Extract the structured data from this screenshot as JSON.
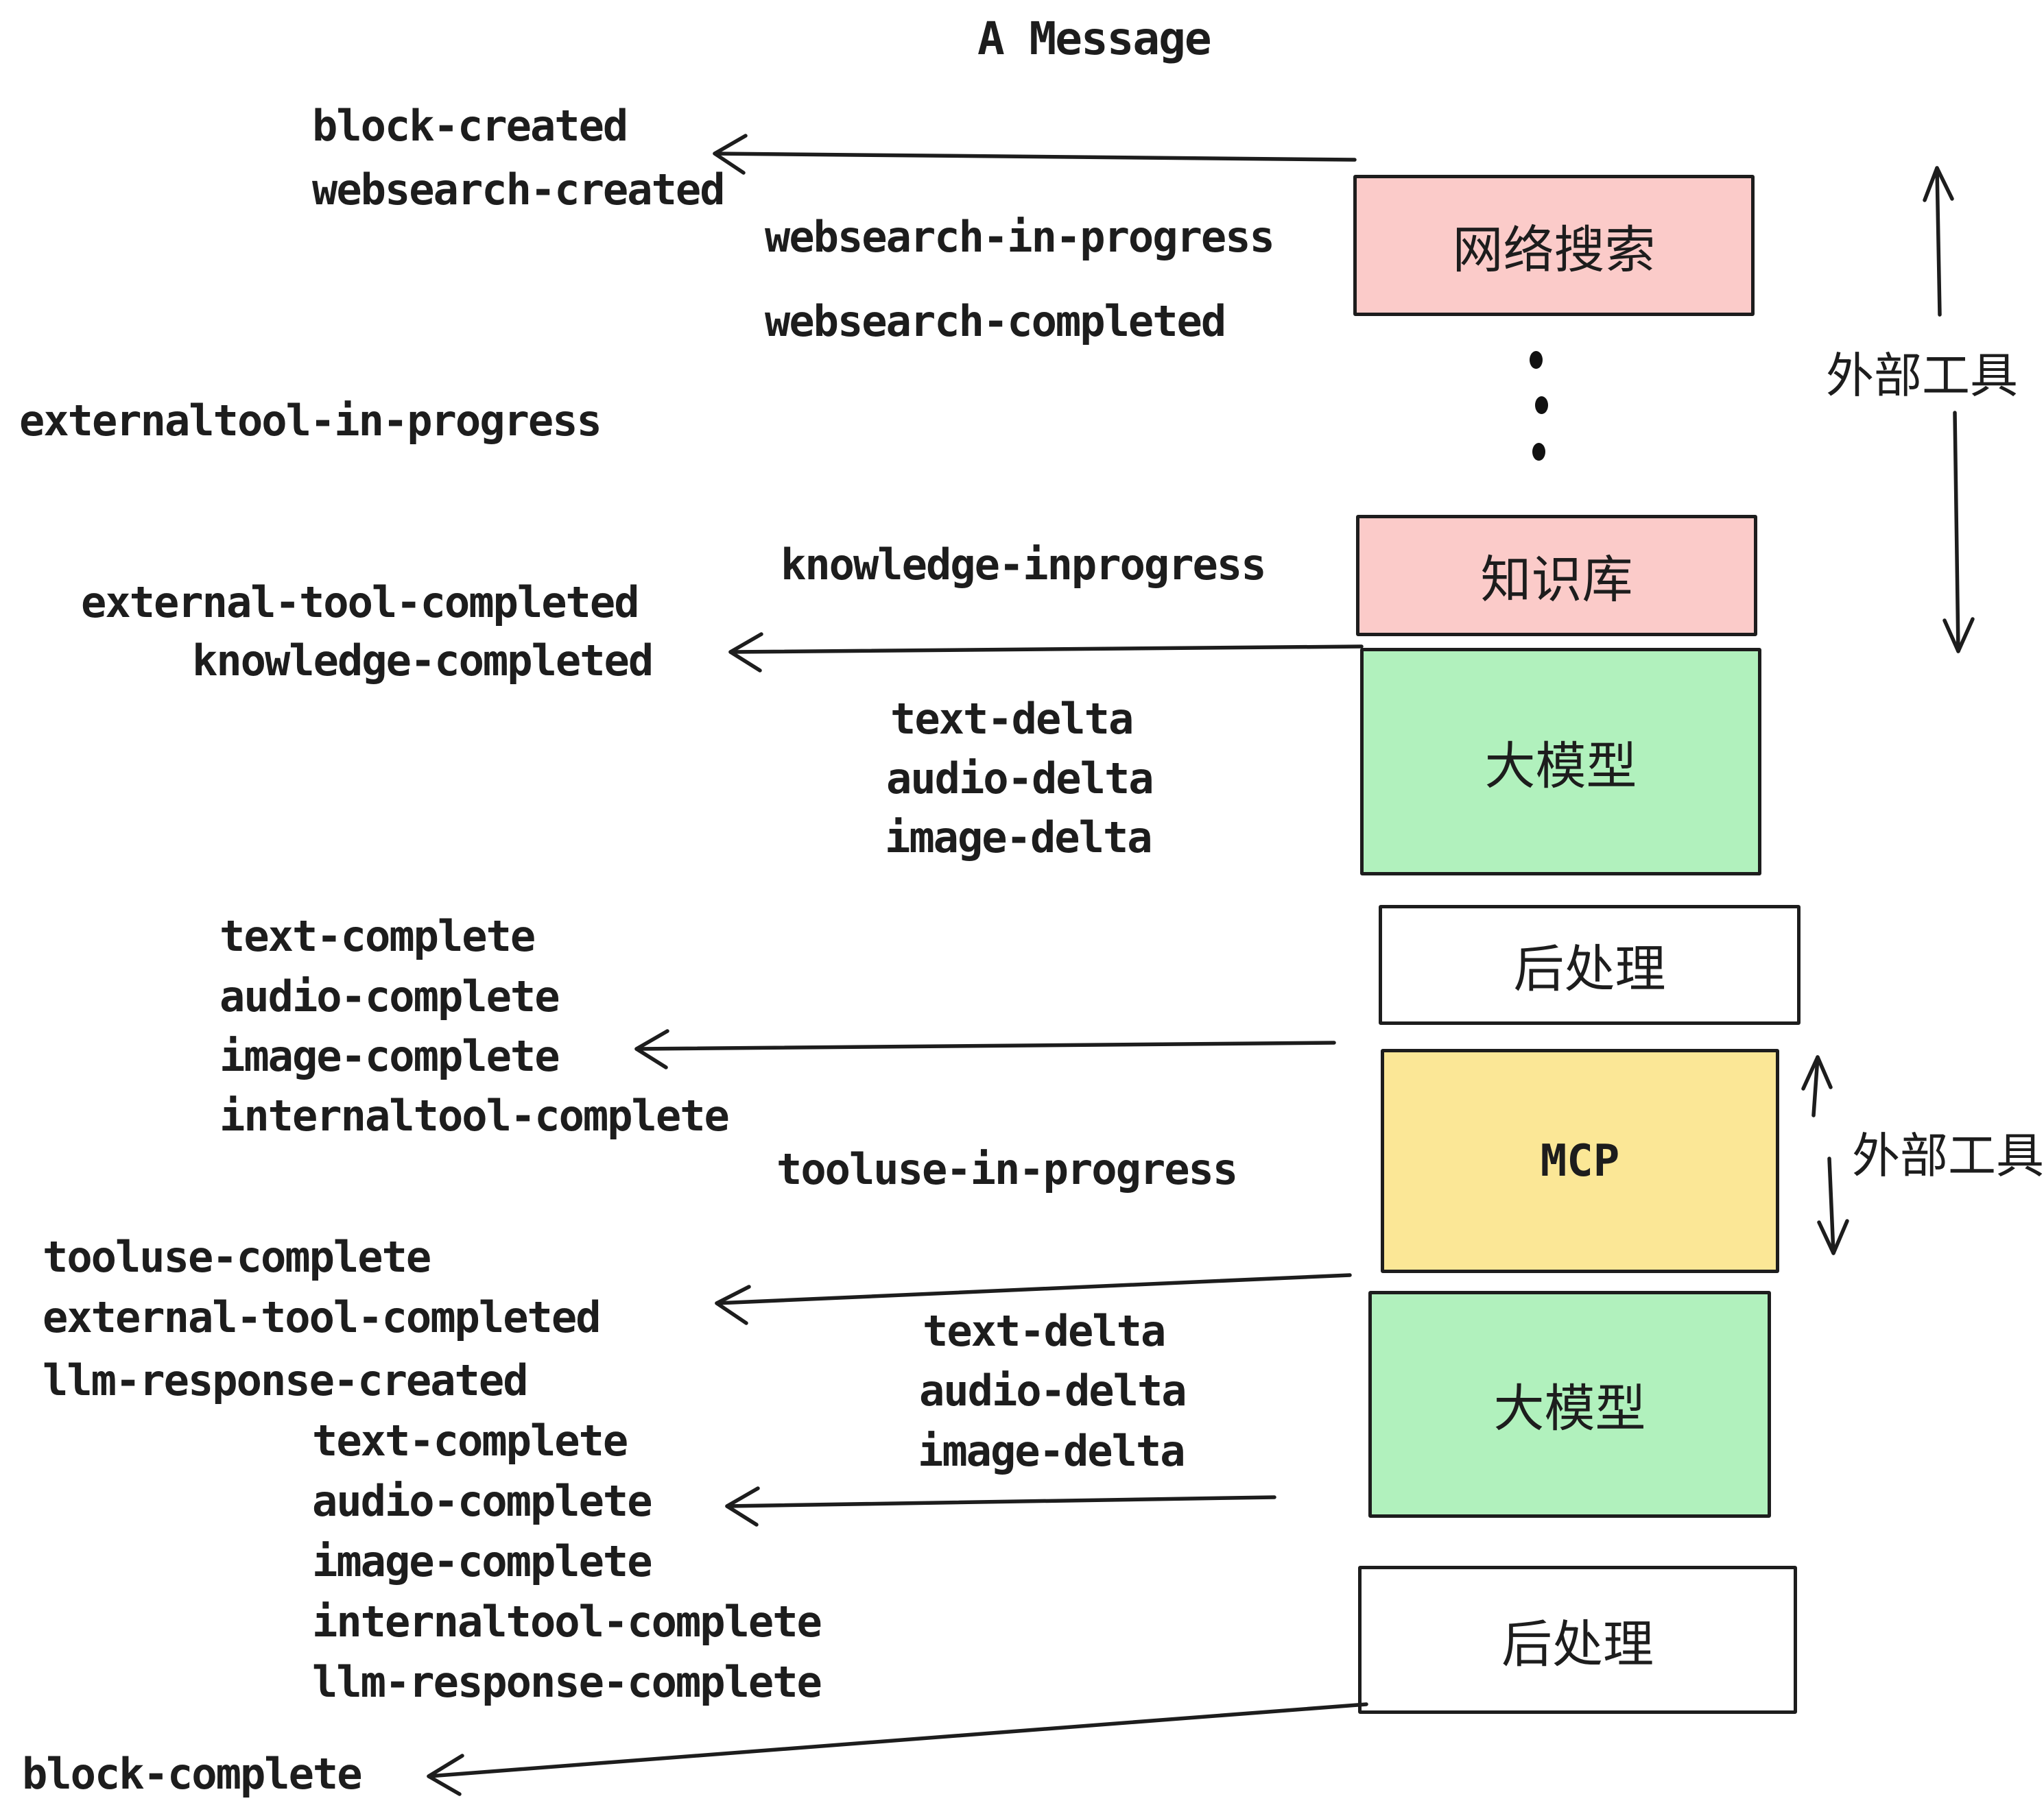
{
  "title": "A Message",
  "colors": {
    "pink": "#fbcbc9",
    "green": "#b1f1bd",
    "yellow": "#fbe796",
    "white": "#ffffff",
    "ink": "#1d1d1d"
  },
  "boxes": [
    {
      "label": "网络搜索"
    },
    {
      "label": "知识库"
    },
    {
      "label": "大模型"
    },
    {
      "label": "后处理"
    },
    {
      "label": "MCP"
    },
    {
      "label": "大模型"
    },
    {
      "label": "后处理"
    }
  ],
  "side_labels": [
    {
      "text": "外部工具"
    },
    {
      "text": "外部工具"
    }
  ],
  "events": [
    {
      "text": "block-created"
    },
    {
      "text": "websearch-created"
    },
    {
      "text": "websearch-in-progress"
    },
    {
      "text": "websearch-completed"
    },
    {
      "text": "externaltool-in-progress"
    },
    {
      "text": "knowledge-inprogress"
    },
    {
      "text": "external-tool-completed"
    },
    {
      "text": "knowledge-completed"
    },
    {
      "text": "text-delta"
    },
    {
      "text": "audio-delta"
    },
    {
      "text": "image-delta"
    },
    {
      "text": "text-complete"
    },
    {
      "text": "audio-complete"
    },
    {
      "text": "image-complete"
    },
    {
      "text": "internaltool-complete"
    },
    {
      "text": "tooluse-in-progress"
    },
    {
      "text": "tooluse-complete"
    },
    {
      "text": "external-tool-completed"
    },
    {
      "text": "llm-response-created"
    },
    {
      "text": "text-delta"
    },
    {
      "text": "audio-delta"
    },
    {
      "text": "image-delta"
    },
    {
      "text": "text-complete"
    },
    {
      "text": "audio-complete"
    },
    {
      "text": "image-complete"
    },
    {
      "text": "internaltool-complete"
    },
    {
      "text": "llm-response-complete"
    },
    {
      "text": "block-complete"
    }
  ]
}
